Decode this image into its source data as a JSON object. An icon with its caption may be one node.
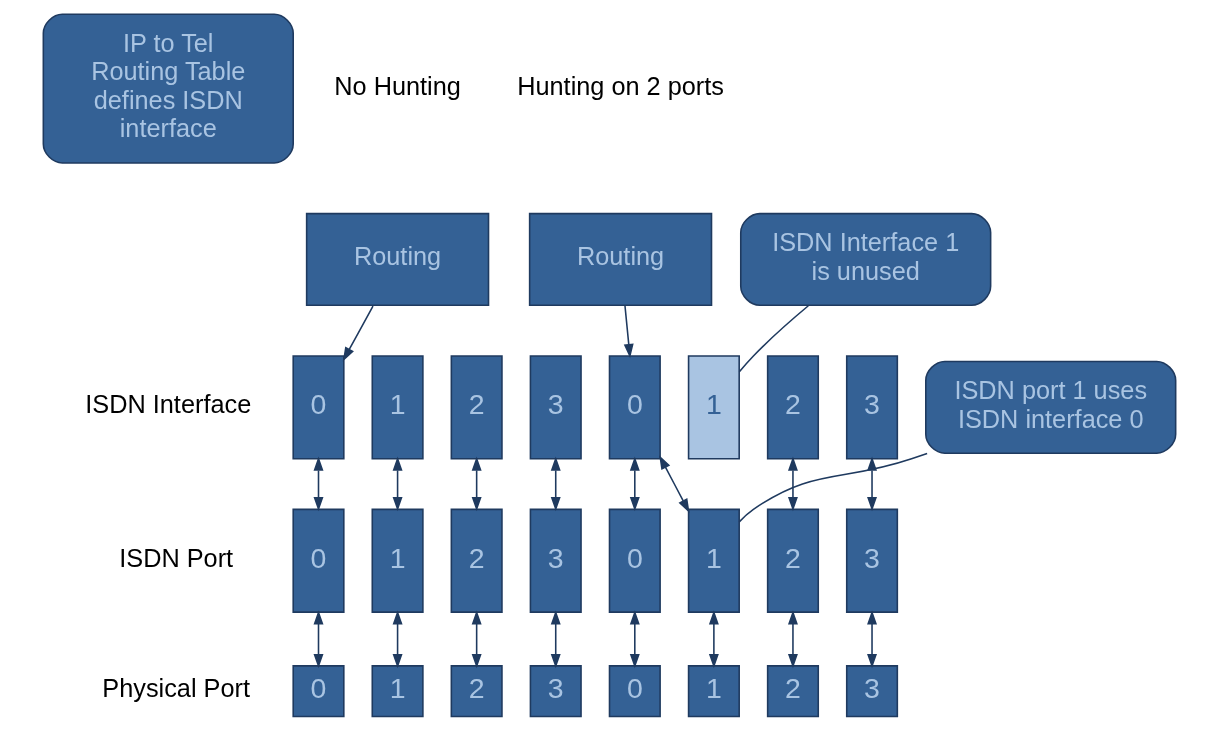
{
  "diagram": {
    "nodes": [
      {
        "text": [
          "IP to Tel Routing Table defines ISDN interface"
        ]
      },
      {
        "text": [
          "Routing"
        ]
      },
      {
        "text": [
          "Routing"
        ]
      },
      {
        "text": [
          "ISDN Interface 1 is unused"
        ]
      },
      {
        "text": [
          "ISDN port 1 uses ISDN interface 0"
        ]
      },
      {
        "text": [
          "0"
        ]
      },
      {
        "text": [
          "1"
        ]
      },
      {
        "text": [
          "2"
        ]
      },
      {
        "text": [
          "3"
        ]
      },
      {
        "text": [
          "0"
        ]
      },
      {
        "text": [
          "1"
        ]
      },
      {
        "text": [
          "2"
        ]
      },
      {
        "text": [
          "3"
        ]
      },
      {
        "text": [
          "0"
        ]
      },
      {
        "text": [
          "1"
        ]
      },
      {
        "text": [
          "2"
        ]
      },
      {
        "text": [
          "3"
        ]
      },
      {
        "text": [
          "0"
        ]
      },
      {
        "text": [
          "1"
        ]
      },
      {
        "text": [
          "2"
        ]
      },
      {
        "text": [
          "3"
        ]
      },
      {
        "text": [
          "0"
        ]
      },
      {
        "text": [
          "1"
        ]
      },
      {
        "text": [
          "2"
        ]
      },
      {
        "text": [
          "3"
        ]
      },
      {
        "text": [
          "0"
        ]
      },
      {
        "text": [
          "1"
        ]
      },
      {
        "text": [
          "2"
        ]
      },
      {
        "text": [
          "3"
        ]
      }
    ],
    "edges": [
      {
        "from": 1,
        "to": 5,
        "arrow": "to"
      },
      {
        "from": 2,
        "to": 9,
        "arrow": "to"
      },
      {
        "from": 3,
        "to": 10,
        "arrow": "none"
      },
      {
        "from": 4,
        "to": 18,
        "arrow": "none"
      },
      {
        "from": 5,
        "to": 13,
        "arrow": "both"
      },
      {
        "from": 6,
        "to": 14,
        "arrow": "both"
      },
      {
        "from": 7,
        "to": 15,
        "arrow": "both"
      },
      {
        "from": 8,
        "to": 16,
        "arrow": "both"
      },
      {
        "from": 9,
        "to": 17,
        "arrow": "both"
      },
      {
        "from": 9,
        "to": 18,
        "arrow": "both"
      },
      {
        "from": 11,
        "to": 19,
        "arrow": "both"
      },
      {
        "from": 12,
        "to": 20,
        "arrow": "both"
      },
      {
        "from": 13,
        "to": 21,
        "arrow": "both"
      },
      {
        "from": 14,
        "to": 22,
        "arrow": "both"
      },
      {
        "from": 15,
        "to": 23,
        "arrow": "both"
      },
      {
        "from": 16,
        "to": 24,
        "arrow": "both"
      },
      {
        "from": 17,
        "to": 25,
        "arrow": "both"
      },
      {
        "from": 18,
        "to": 26,
        "arrow": "both"
      },
      {
        "from": 19,
        "to": 27,
        "arrow": "both"
      },
      {
        "from": 20,
        "to": 28,
        "arrow": "both"
      }
    ],
    "labels": [
      "No Hunting",
      "Hunting on 2 ports",
      "ISDN Interface",
      "ISDN Port",
      "Physical Port"
    ]
  }
}
